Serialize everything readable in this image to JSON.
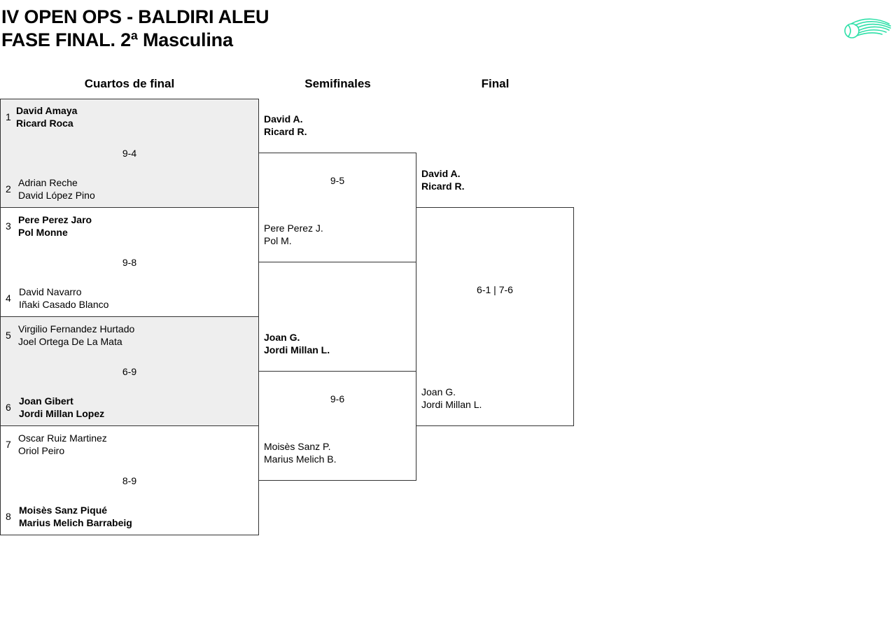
{
  "header": {
    "title_line1": "IV OPEN OPS - BALDIRI ALEU",
    "title_line2": "FASE FINAL. 2ª Masculina"
  },
  "logo": {
    "icon": "tennis-ball-logo-icon",
    "color": "#2ee0a8"
  },
  "rounds": {
    "quarterfinals": "Cuartos de final",
    "semifinals": "Semifinales",
    "final": "Final"
  },
  "colors": {
    "shaded": "#eeeeee",
    "border": "#333333"
  },
  "quarterfinals": [
    {
      "seed_a": "1",
      "a1": "David Amaya",
      "a2": "Ricard Roca",
      "score": "9-4",
      "seed_b": "2",
      "b1": "Adrian Reche",
      "b2": "David López Pino",
      "winner": "a"
    },
    {
      "seed_a": "3",
      "a1": "Pere Perez Jaro",
      "a2": "Pol Monne",
      "score": "9-8",
      "seed_b": "4",
      "b1": "David Navarro",
      "b2": "Iñaki Casado Blanco",
      "winner": "a"
    },
    {
      "seed_a": "5",
      "a1": "Virgilio Fernandez Hurtado",
      "a2": "Joel Ortega De La Mata",
      "score": "6-9",
      "seed_b": "6",
      "b1": "Joan Gibert",
      "b2": "Jordi Millan Lopez",
      "winner": "b"
    },
    {
      "seed_a": "7",
      "a1": "Oscar Ruiz Martinez",
      "a2": "Oriol Peiro",
      "score": "8-9",
      "seed_b": "8",
      "b1": "Moisès Sanz Piqué",
      "b2": "Marius Melich Barrabeig",
      "winner": "b"
    }
  ],
  "semifinals": [
    {
      "a1": "David A.",
      "a2": "Ricard R.",
      "score": "9-5",
      "b1": "Pere Perez J.",
      "b2": "Pol M.",
      "winner": "a"
    },
    {
      "a1": "Joan G.",
      "a2": "Jordi Millan L.",
      "score": "9-6",
      "b1": "Moisès Sanz P.",
      "b2": "Marius Melich B.",
      "winner": "a"
    }
  ],
  "final": {
    "a1": "David A.",
    "a2": "Ricard R.",
    "score": "6-1 | 7-6",
    "b1": "Joan G.",
    "b2": "Jordi Millan L.",
    "winner": "a"
  }
}
